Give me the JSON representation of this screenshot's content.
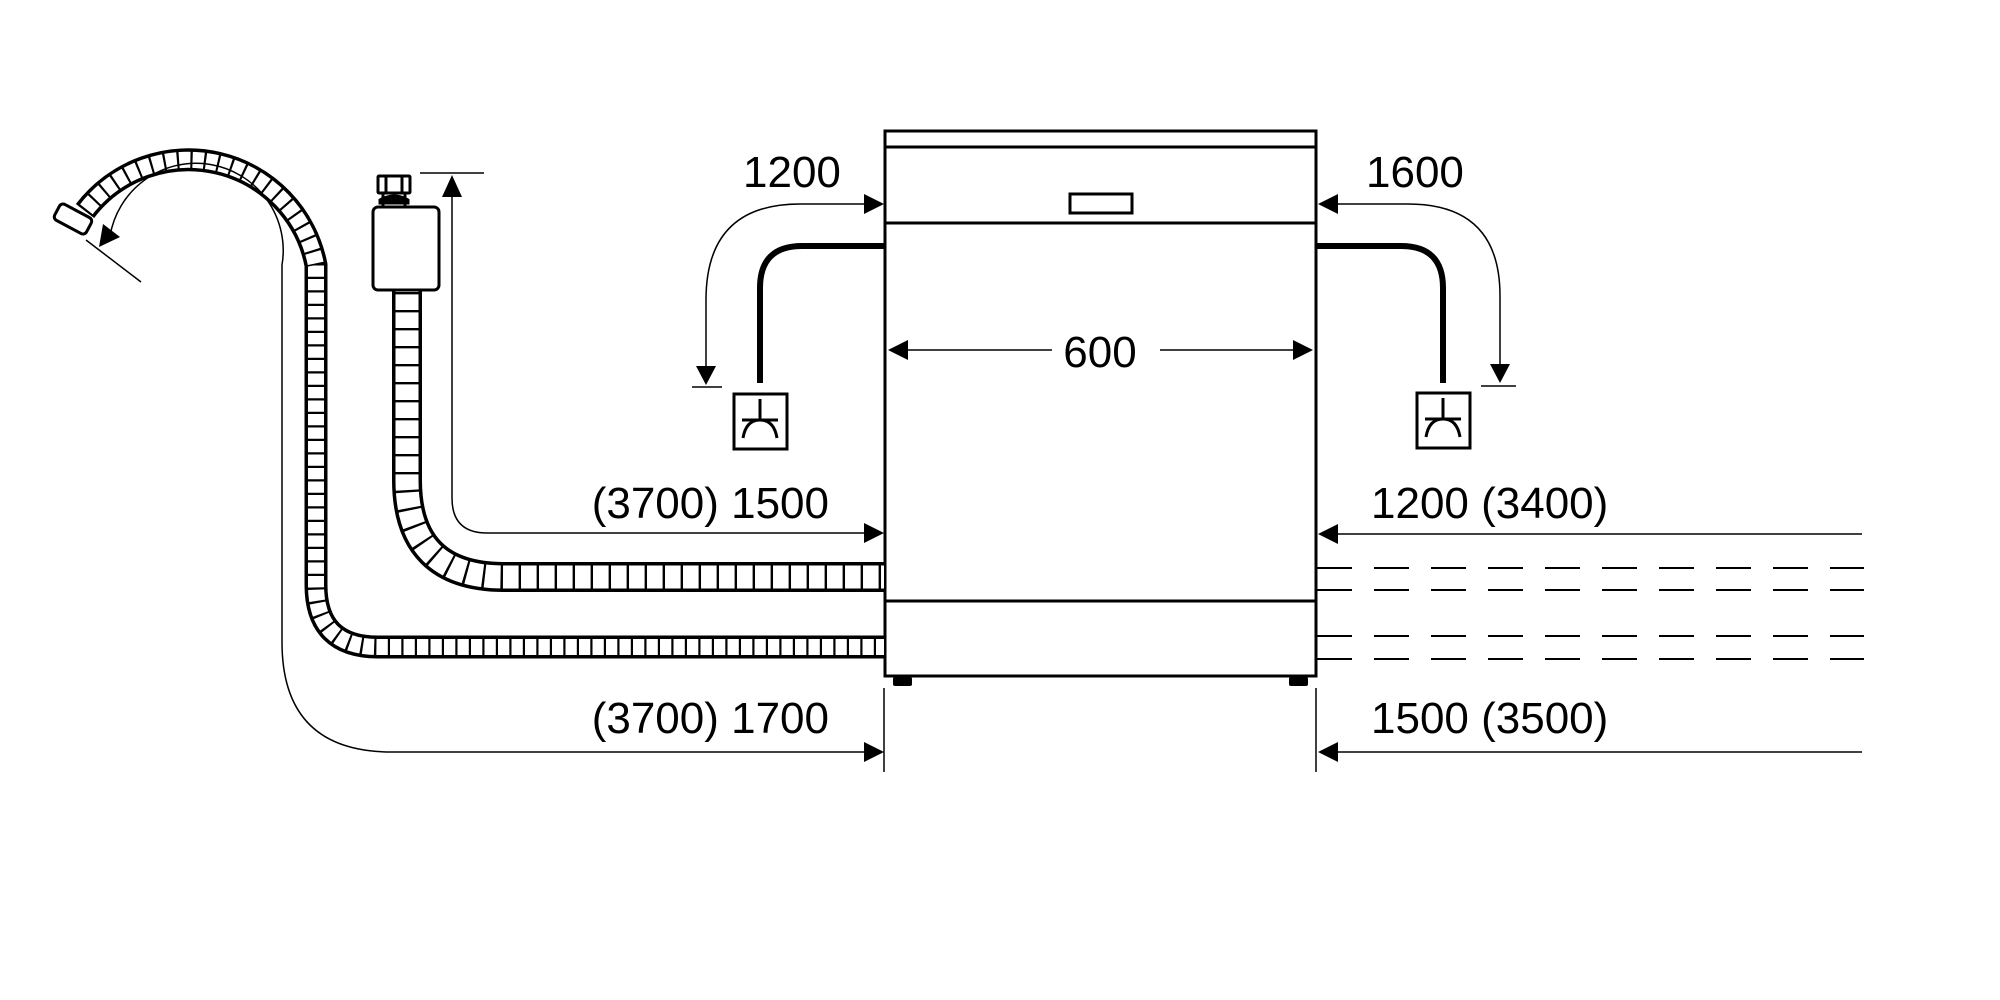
{
  "diagram": {
    "type": "dishwasher hose and cable length installation diagram",
    "colors": {
      "line": "#000000",
      "background": "#ffffff"
    },
    "dimensions": {
      "width": "600",
      "power_cable_left": "1200",
      "power_cable_right": "1600",
      "inlet_hose_left": "(3700) 1500",
      "drain_hose_left": "(3700) 1700",
      "inlet_hose_right": "1200 (3400)",
      "drain_hose_right": "1500 (3500)"
    },
    "icons": {
      "socket": "power-socket-icon",
      "valve": "water-tap-valve-icon",
      "nozzle": "drain-hose-end-icon"
    }
  }
}
